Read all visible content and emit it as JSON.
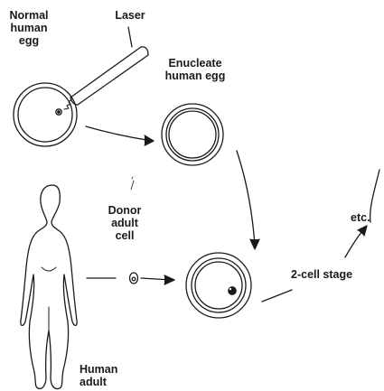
{
  "labels": {
    "normal_egg": [
      "Normal",
      "human",
      "egg"
    ],
    "laser": "Laser",
    "enucleate_egg": [
      "Enucleate",
      "human egg"
    ],
    "donor_cell": [
      "Donor",
      "adult",
      "cell"
    ],
    "two_cell_stage": "2-cell stage",
    "etc": "etc.",
    "human_adult": [
      "Human",
      "adult"
    ]
  }
}
